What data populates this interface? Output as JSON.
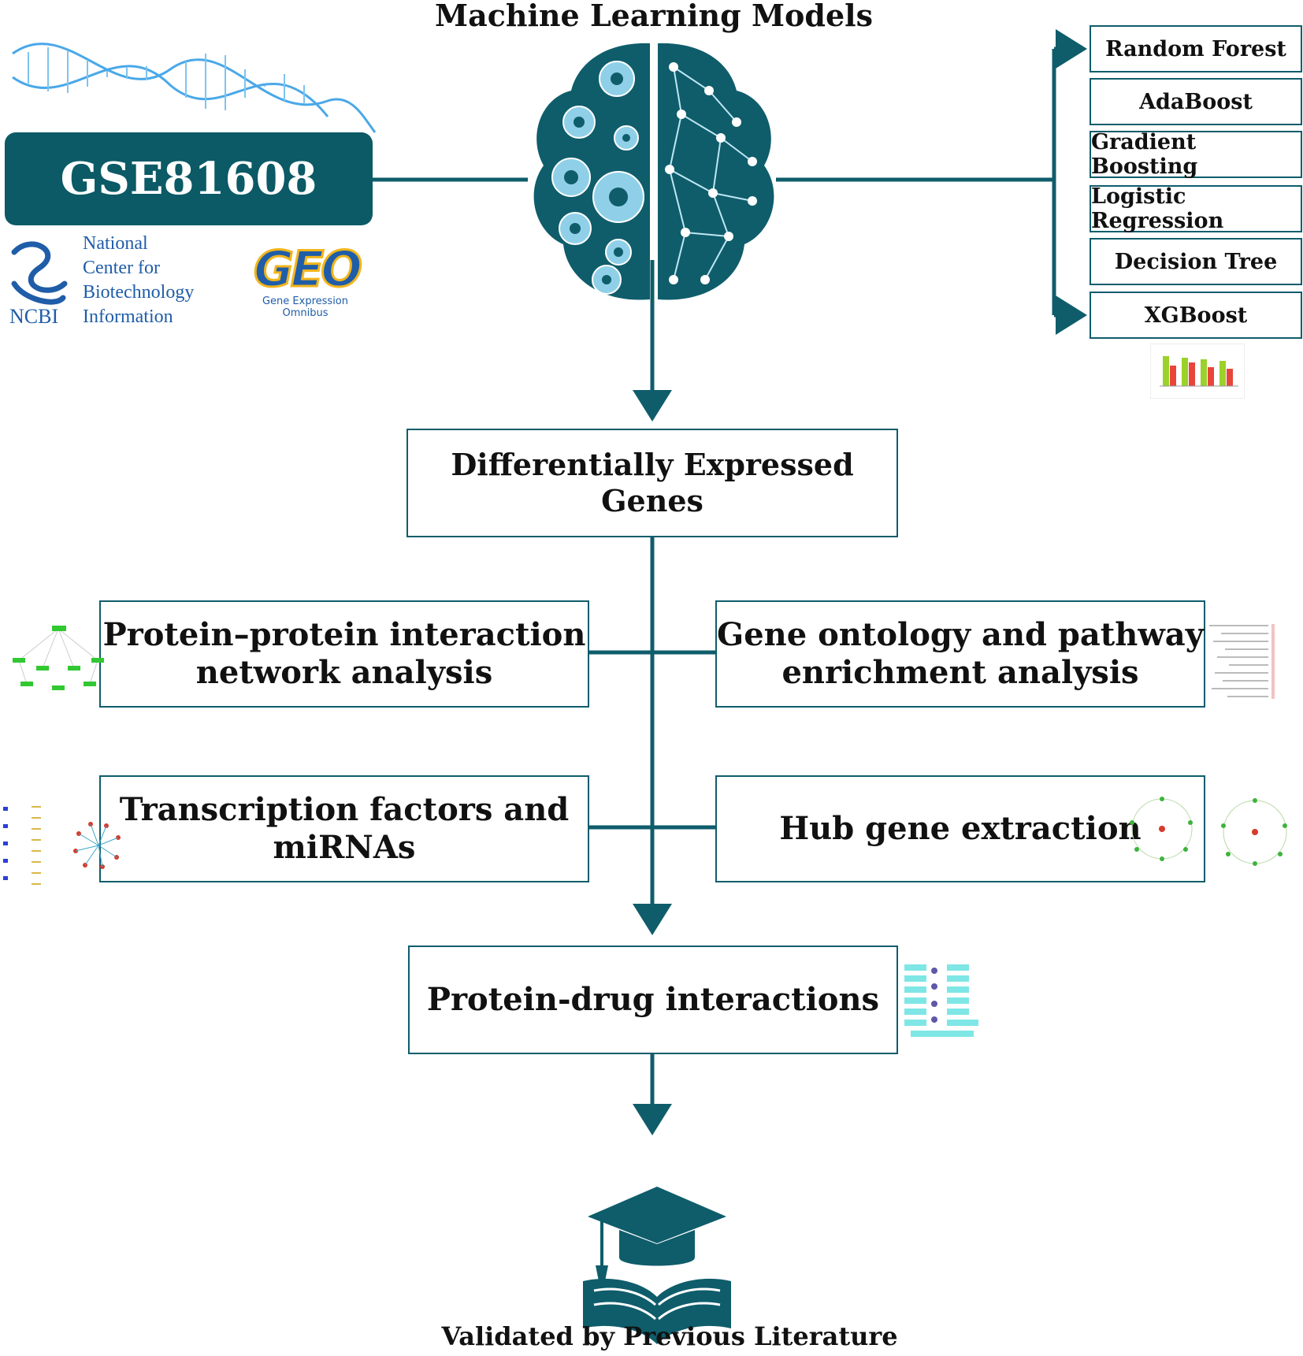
{
  "title": "Machine Learning Models",
  "dataset": "GSE81608",
  "ncbi": {
    "abbr": "NCBI",
    "lines": [
      "National",
      "Center for",
      "Biotechnology",
      "Information"
    ]
  },
  "geo": {
    "logo": "GEO",
    "caption": "Gene Expression Omnibus"
  },
  "models": [
    "Random Forest",
    "AdaBoost",
    "Gradient Boosting",
    "Logistic Regression",
    "Decision Tree",
    "XGBoost"
  ],
  "steps": {
    "deg": "Differentially Expressed Genes",
    "ppi_1": "Protein–protein interaction",
    "ppi_2": "network analysis",
    "go_1": "Gene ontology and pathway",
    "go_2": "enrichment analysis",
    "tf_1": "Transcription factors and",
    "tf_2": "miRNAs",
    "hub": "Hub gene extraction",
    "drug": "Protein-drug interactions",
    "validated": "Validated by Previous Literature"
  },
  "colors": {
    "teal": "#0f5d6b",
    "dataset_bg": "#0b5a66",
    "dna": "#4aa8e8",
    "ncbi_blue": "#1f5da8",
    "geo_yellow": "#f2b51c"
  }
}
